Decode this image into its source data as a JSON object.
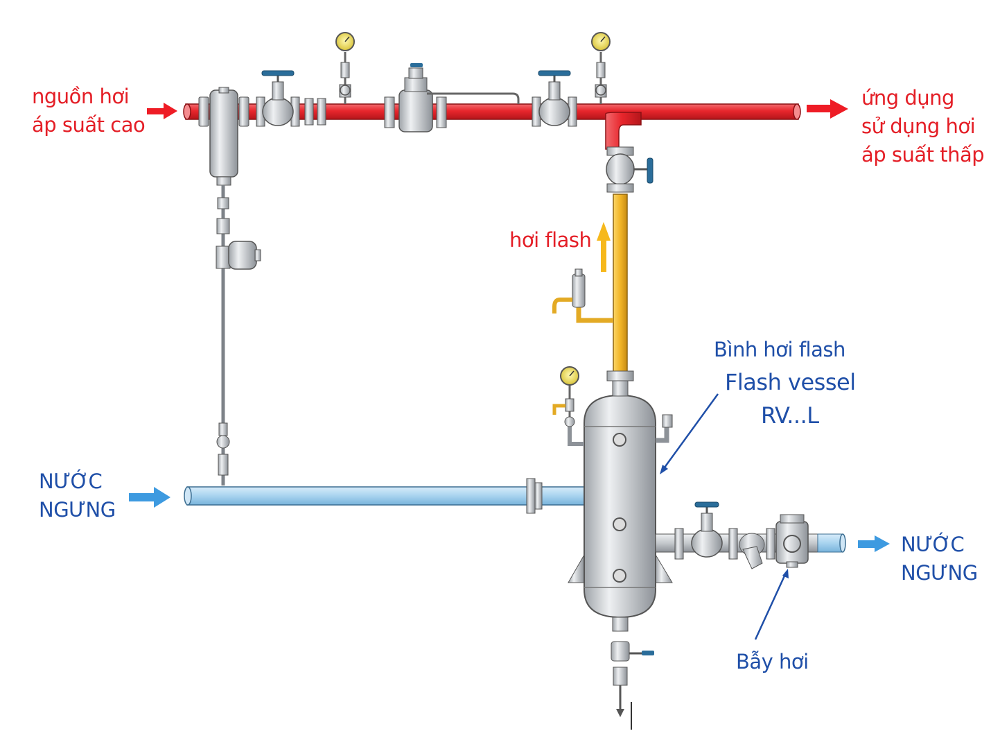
{
  "colors": {
    "steam_high": "#e8262c",
    "flash_steam": "#f2b527",
    "condensate": "#a8d3ef",
    "metal": "#c4c8cc",
    "valve_handle": "#2a6d9a",
    "arrow_red": "#ee1c25",
    "arrow_blue": "#3d9ae0",
    "text_red": "#e41e26",
    "text_blue": "#1f4fa8"
  },
  "labels": {
    "inlet_high_pressure": [
      "nguồn hơi",
      "áp suất cao"
    ],
    "outlet_low_pressure": [
      "ứng dụng",
      "sử dụng hơi",
      "áp suất thấp"
    ],
    "flash_steam": "hơi flash",
    "vessel": [
      "Bình hơi flash",
      "Flash vessel",
      "RV...L"
    ],
    "condensate_in": [
      "NƯỚC",
      "NGƯNG"
    ],
    "condensate_out": [
      "NƯỚC",
      "NGƯNG"
    ],
    "steam_trap": "Bẫy hơi"
  },
  "icons": {
    "pressure_gauge": "pressure-gauge-icon",
    "globe_valve": "globe-valve-icon",
    "pressure_reducing_valve": "pressure-reducing-valve-icon",
    "separator": "steam-separator-icon",
    "float_trap": "float-trap-icon",
    "strainer": "y-strainer-icon",
    "safety_valve": "safety-valve-icon",
    "flow_arrow": "flow-arrow-icon"
  }
}
